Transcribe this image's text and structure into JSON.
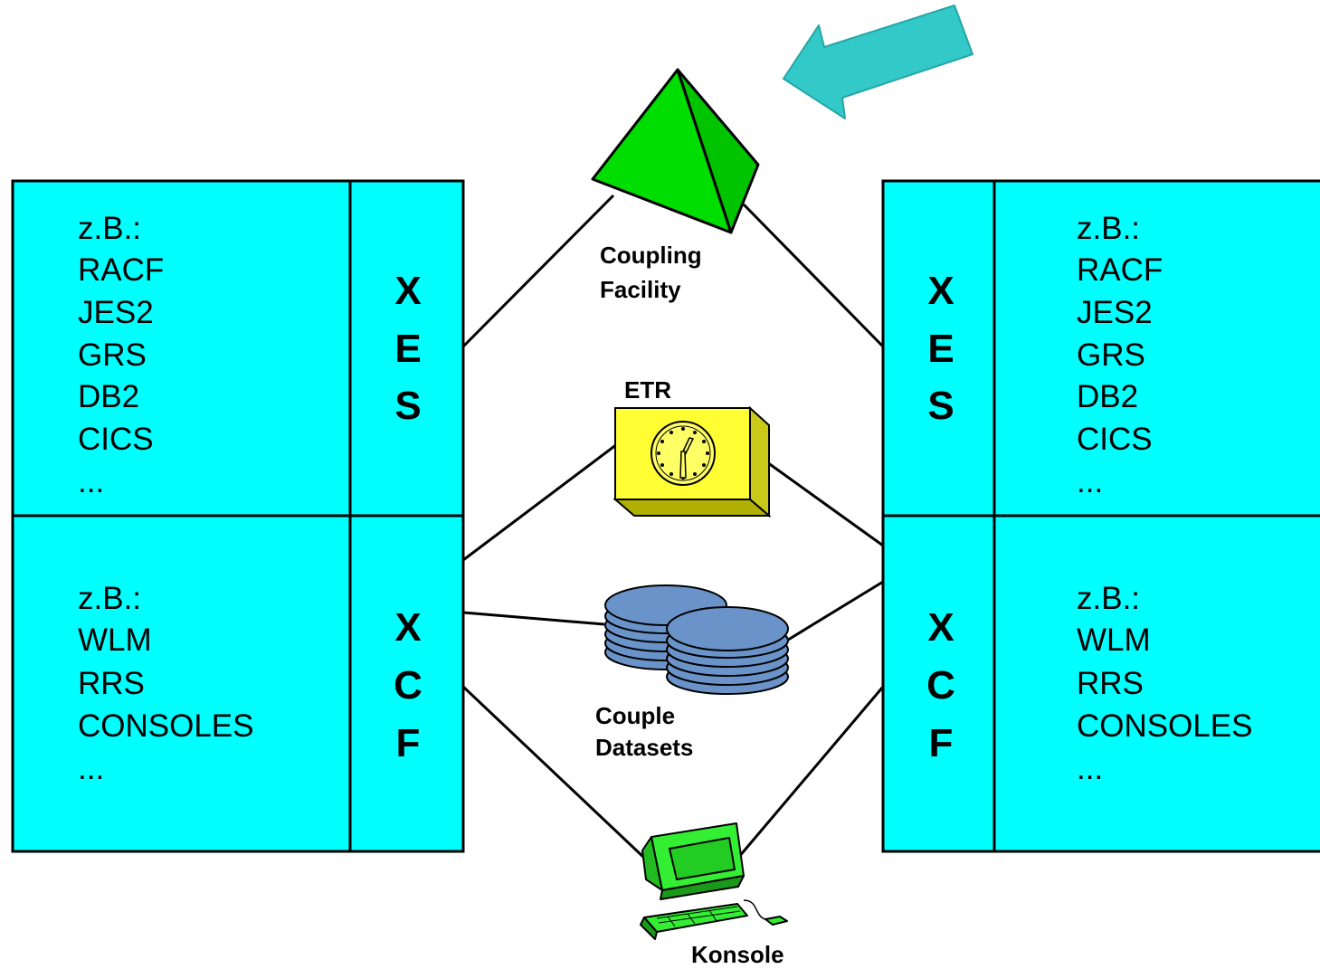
{
  "left_system": {
    "upper_items": [
      "z.B.:",
      "RACF",
      "JES2",
      "GRS",
      "DB2",
      "CICS",
      "..."
    ],
    "lower_items": [
      "z.B.:",
      "WLM",
      "RRS",
      "CONSOLES",
      "..."
    ],
    "upper_column_letters": [
      "X",
      "E",
      "S"
    ],
    "lower_column_letters": [
      "X",
      "C",
      "F"
    ]
  },
  "right_system": {
    "upper_items": [
      "z.B.:",
      "RACF",
      "JES2",
      "GRS",
      "DB2",
      "CICS",
      "..."
    ],
    "lower_items": [
      "z.B.:",
      "WLM",
      "RRS",
      "CONSOLES",
      "..."
    ],
    "upper_column_letters": [
      "X",
      "E",
      "S"
    ],
    "lower_column_letters": [
      "X",
      "C",
      "F"
    ]
  },
  "center": {
    "coupling_facility_label": [
      "Coupling",
      "Facility"
    ],
    "etr_label": "ETR",
    "couple_datasets_label": [
      "Couple",
      "Datasets"
    ],
    "console_label": "Konsole"
  },
  "colors": {
    "system_fill": "#00ffff",
    "coupling_facility": "#00dd00",
    "etr_box": "#ffff33",
    "datasets": "#6a93c9",
    "console": "#33ee33",
    "arrow": "#33c9c9"
  }
}
